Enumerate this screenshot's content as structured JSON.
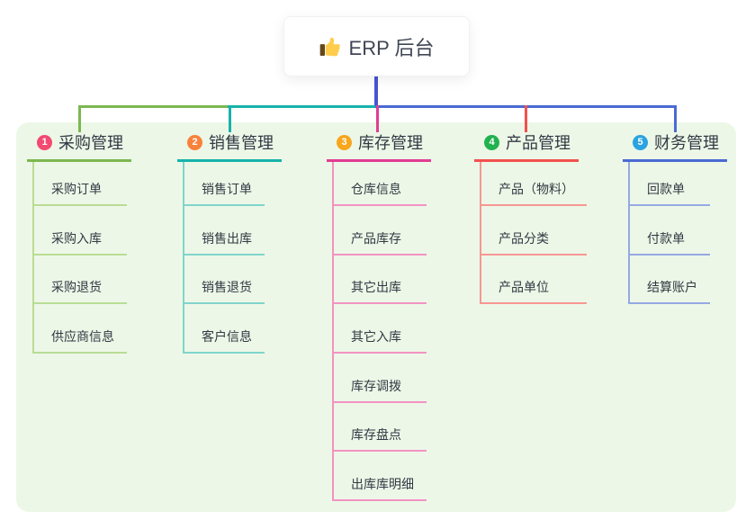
{
  "root": {
    "title": "ERP 后台",
    "icon": "thumbs-up-icon"
  },
  "colors": {
    "root_line": "#4756cf",
    "panel_bg": "#edf7e7",
    "text": "#333944"
  },
  "branches": [
    {
      "num": "1",
      "title": "采购管理",
      "color": "#7cb750",
      "light": "#b9dc95",
      "badge": "#f24a71",
      "children": [
        "采购订单",
        "采购入库",
        "采购退货",
        "供应商信息"
      ]
    },
    {
      "num": "2",
      "title": "销售管理",
      "color": "#16b3ab",
      "light": "#80d4cd",
      "badge": "#f8823c",
      "children": [
        "销售订单",
        "销售出库",
        "销售退货",
        "客户信息"
      ]
    },
    {
      "num": "3",
      "title": "库存管理",
      "color": "#e13d92",
      "light": "#f293c3",
      "badge": "#f8a61d",
      "children": [
        "仓库信息",
        "产品库存",
        "其它出库",
        "其它入库",
        "库存调拨",
        "库存盘点",
        "出库库明细"
      ]
    },
    {
      "num": "4",
      "title": "产品管理",
      "color": "#f2514d",
      "light": "#f79793",
      "badge": "#22b150",
      "children": [
        "产品（物料）",
        "产品分类",
        "产品单位"
      ]
    },
    {
      "num": "5",
      "title": "财务管理",
      "color": "#4a6ad3",
      "light": "#95a9e3",
      "badge": "#2ba3e0",
      "children": [
        "回款单",
        "付款单",
        "结算账户"
      ]
    }
  ]
}
